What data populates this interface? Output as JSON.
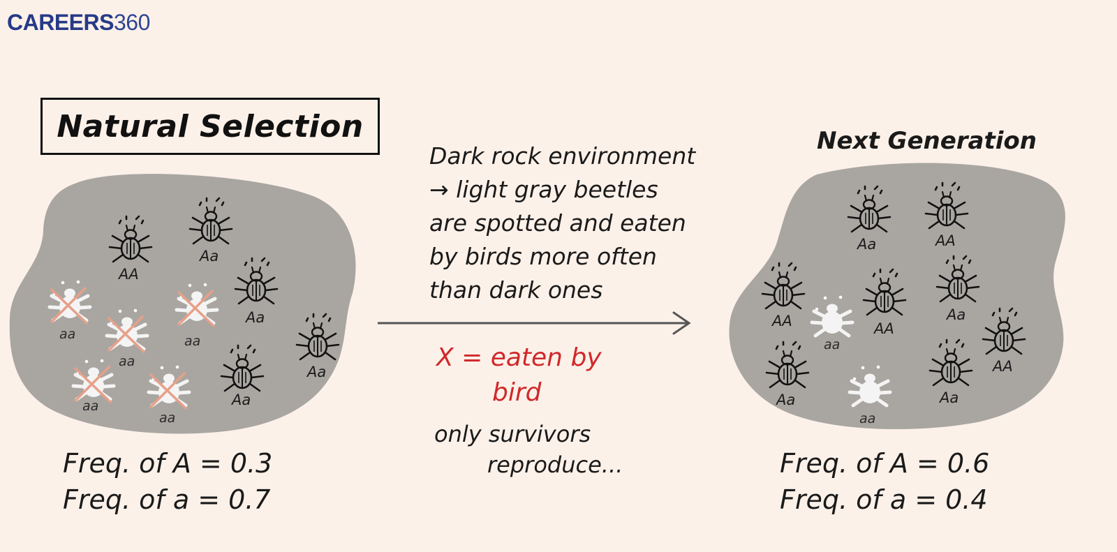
{
  "logo": {
    "brand": "CAREERS",
    "number": "360"
  },
  "title": "Natural Selection",
  "next_generation_label": "Next Generation",
  "description_lines": [
    "Dark rock environment",
    "→ light gray beetles",
    "are spotted and eaten",
    "by birds more often",
    "than dark ones"
  ],
  "eaten_note": {
    "line1": "X = eaten by",
    "line2": "bird"
  },
  "survivors_note": {
    "line1": "only survivors",
    "line2": "reproduce..."
  },
  "left_population": {
    "freq_A": "Freq. of A = 0.3",
    "freq_a": "Freq. of a = 0.7",
    "beetles": [
      {
        "genotype": "AA",
        "color": "dark",
        "eaten": false
      },
      {
        "genotype": "Aa",
        "color": "dark",
        "eaten": false
      },
      {
        "genotype": "Aa",
        "color": "dark",
        "eaten": false
      },
      {
        "genotype": "Aa",
        "color": "dark",
        "eaten": false
      },
      {
        "genotype": "Aa",
        "color": "dark",
        "eaten": false
      },
      {
        "genotype": "aa",
        "color": "light",
        "eaten": true
      },
      {
        "genotype": "aa",
        "color": "light",
        "eaten": true
      },
      {
        "genotype": "aa",
        "color": "light",
        "eaten": true
      },
      {
        "genotype": "aa",
        "color": "light",
        "eaten": true
      },
      {
        "genotype": "aa",
        "color": "light",
        "eaten": true
      }
    ]
  },
  "right_population": {
    "freq_A": "Freq. of A = 0.6",
    "freq_a": "Freq. of a = 0.4",
    "beetles": [
      {
        "genotype": "Aa",
        "color": "dark"
      },
      {
        "genotype": "AA",
        "color": "dark"
      },
      {
        "genotype": "AA",
        "color": "dark"
      },
      {
        "genotype": "aa",
        "color": "light"
      },
      {
        "genotype": "AA",
        "color": "dark"
      },
      {
        "genotype": "Aa",
        "color": "dark"
      },
      {
        "genotype": "AA",
        "color": "dark"
      },
      {
        "genotype": "Aa",
        "color": "dark"
      },
      {
        "genotype": "aa",
        "color": "light"
      },
      {
        "genotype": "Aa",
        "color": "dark"
      }
    ]
  },
  "colors": {
    "background": "#fcf1e9",
    "rock": "#a9a6a2",
    "beetle_dark": "#111111",
    "beetle_light": "#f4f4f4",
    "eaten_mark": "#e7a089",
    "note_red": "#d0282a",
    "logo_blue": "#263a87"
  }
}
